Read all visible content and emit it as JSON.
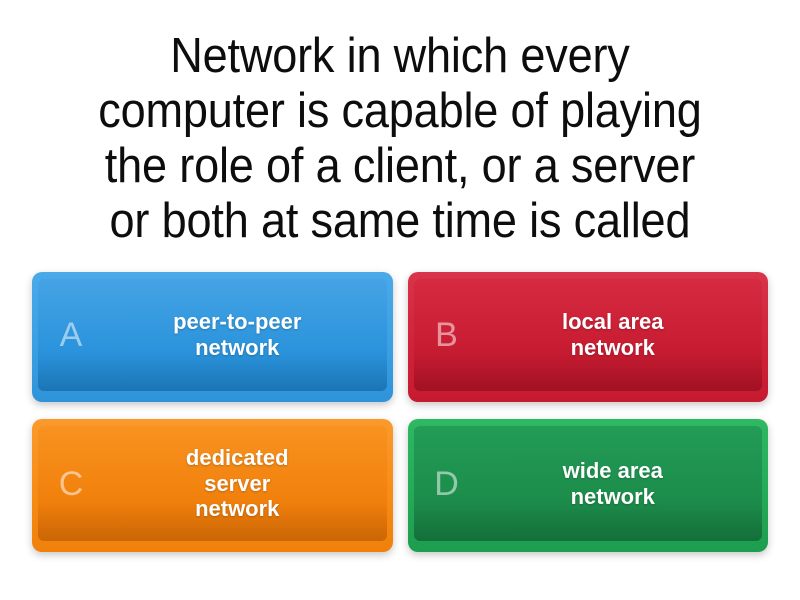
{
  "question": {
    "text": "Network in which every\ncomputer is capable of playing\nthe role of a client, or a server\nor both at same time is called"
  },
  "options": [
    {
      "letter": "A",
      "label": "peer-to-peer\nnetwork",
      "color": "#2d95dd",
      "color_name": "blue"
    },
    {
      "letter": "B",
      "label": "local area\nnetwork",
      "color": "#c81d33",
      "color_name": "red"
    },
    {
      "letter": "C",
      "label": "dedicated\nserver\nnetwork",
      "color": "#f2820e",
      "color_name": "orange"
    },
    {
      "letter": "D",
      "label": "wide area\nnetwork",
      "color": "#1d8e4c",
      "color_name": "green"
    }
  ],
  "theme": {
    "background": "#ffffff",
    "question_color": "#0d0d0d",
    "option_text_color": "#ffffff",
    "letter_color": "rgba(255,255,255,0.52)"
  }
}
